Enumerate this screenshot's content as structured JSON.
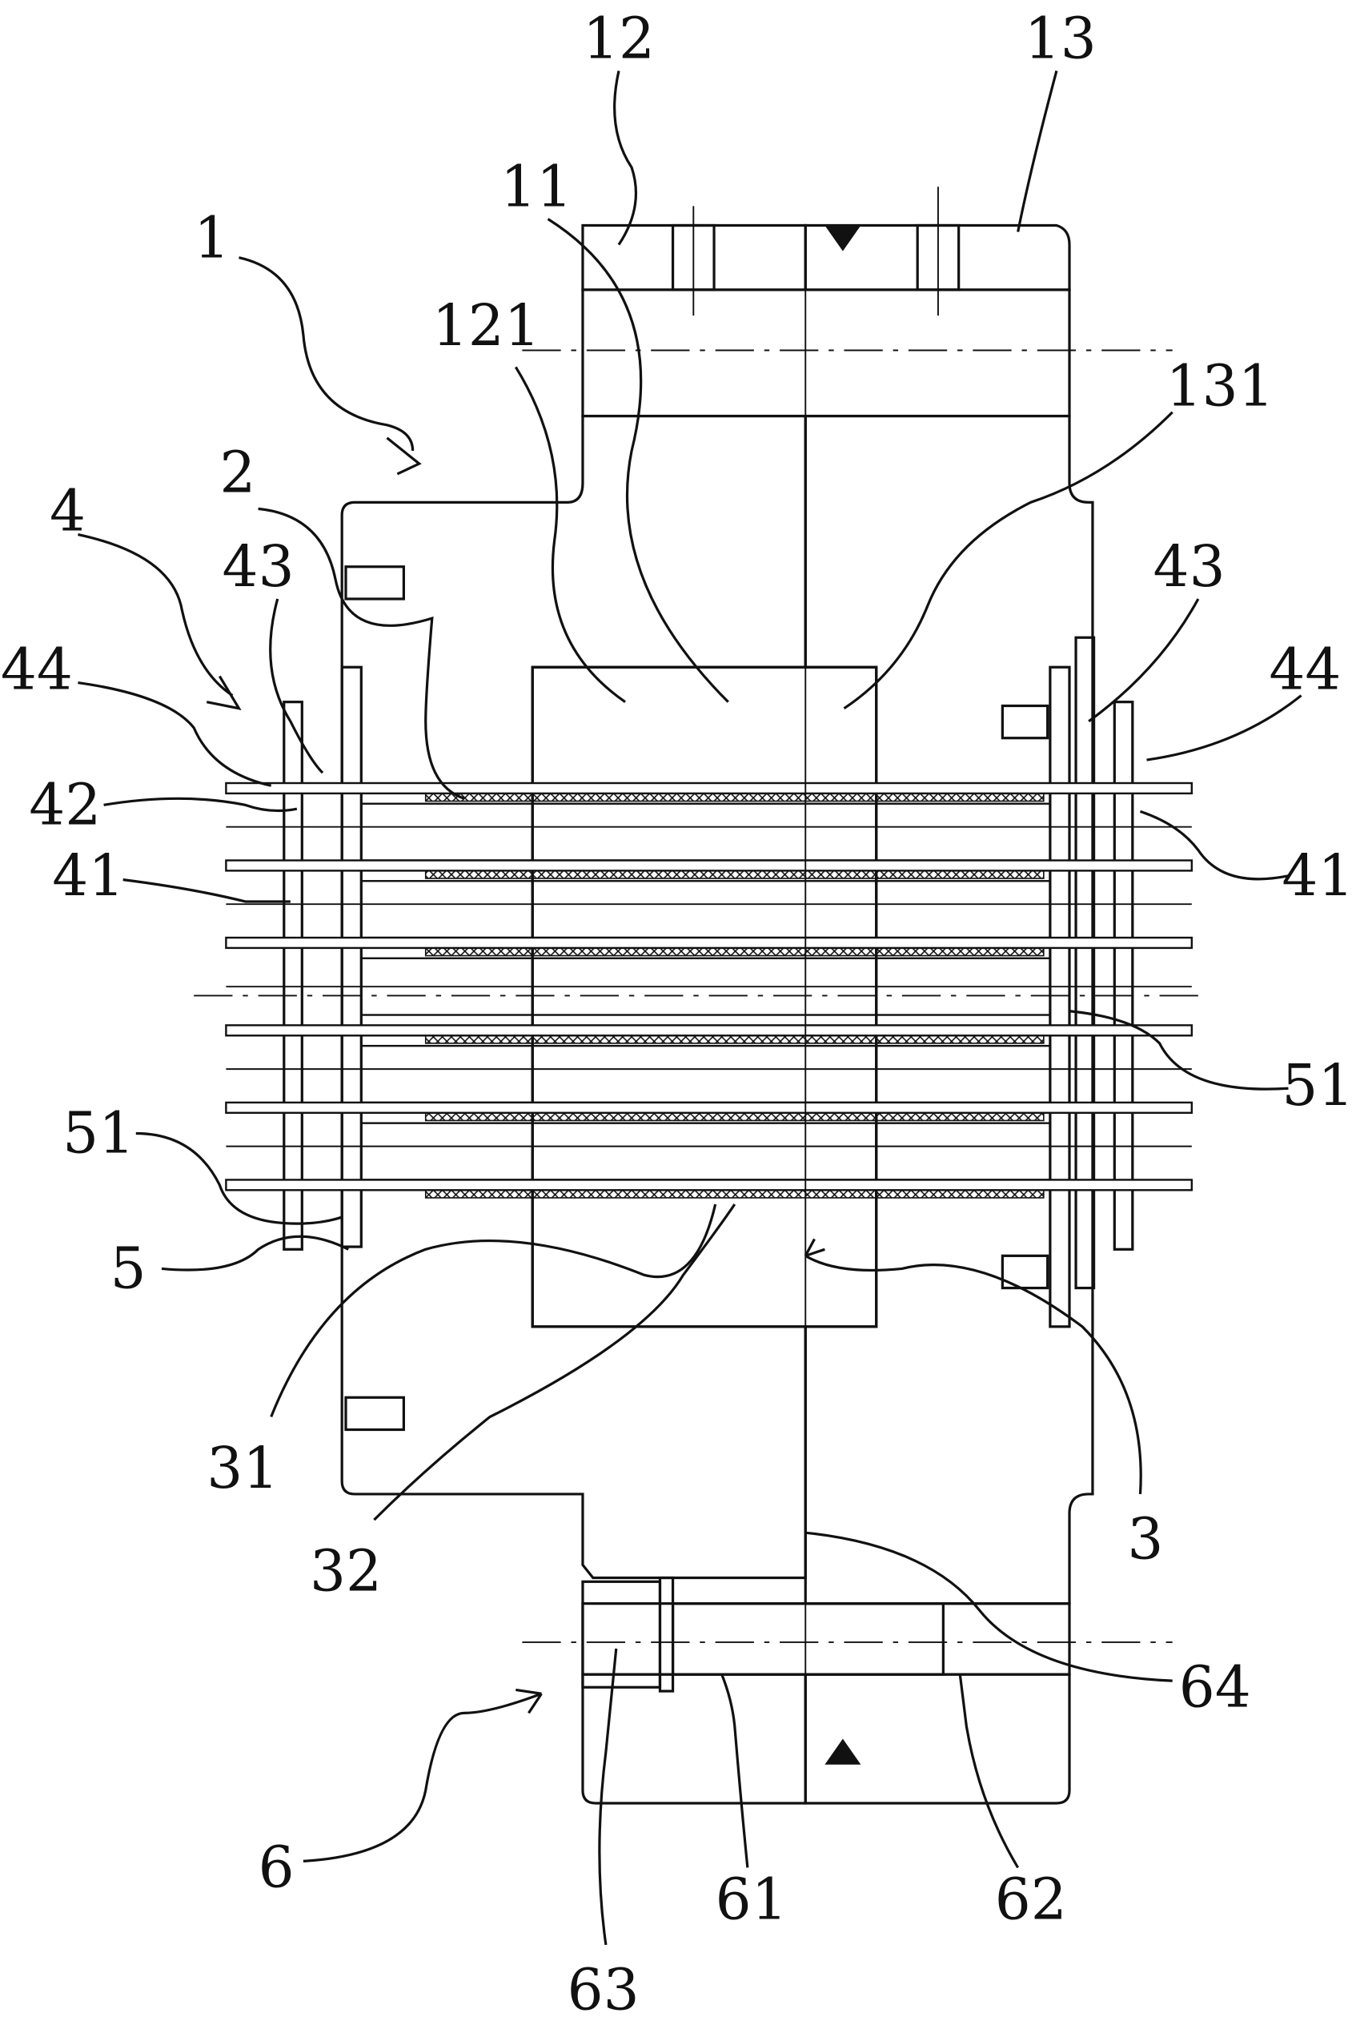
{
  "figure": {
    "labels": [
      "12",
      "13",
      "11",
      "1",
      "121",
      "131",
      "2",
      "4",
      "43",
      "43",
      "44",
      "44",
      "42",
      "41",
      "41",
      "51",
      "51",
      "5",
      "31",
      "3",
      "32",
      "64",
      "6",
      "61",
      "62",
      "63"
    ],
    "colors": {
      "line": "#111111",
      "background": "#ffffff"
    }
  }
}
